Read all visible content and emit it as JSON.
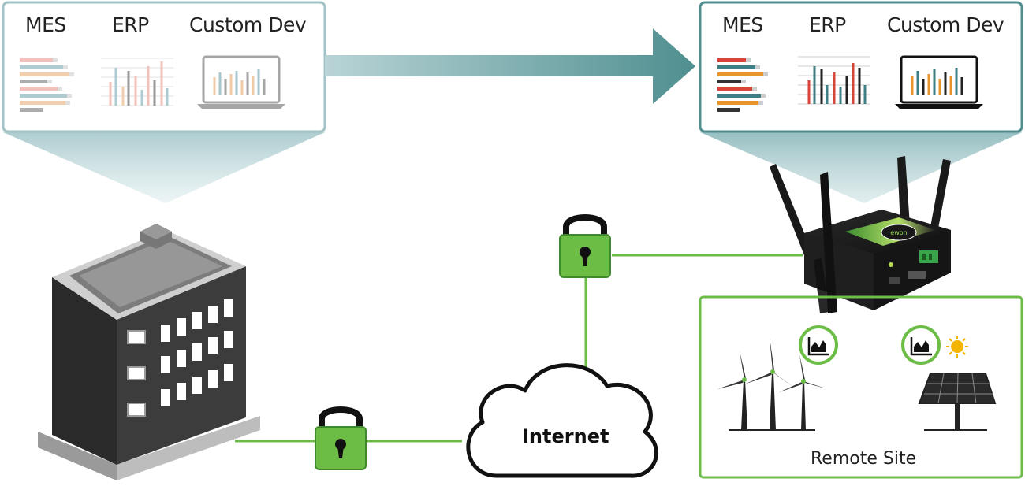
{
  "left_panel": {
    "mes_label": "MES",
    "erp_label": "ERP",
    "custom_dev_label": "Custom Dev"
  },
  "right_panel": {
    "mes_label": "MES",
    "erp_label": "ERP",
    "custom_dev_label": "Custom Dev"
  },
  "internet_label": "Internet",
  "remote_site_label": "Remote Site",
  "router_brand_text": "ewon",
  "colors": {
    "panel_border_left": "#9fc3c7",
    "panel_border_right": "#4f8f90",
    "accent_green": "#6cbd45",
    "lock_green": "#5fb545",
    "arrow": "#4f8f90",
    "building_dark": "#3c3c3c"
  },
  "icons": [
    "padlock-icon",
    "cloud-icon",
    "building-icon",
    "router-icon",
    "wind-turbine-icon",
    "solar-panel-icon",
    "chart-icon",
    "sun-icon",
    "laptop-icon"
  ]
}
